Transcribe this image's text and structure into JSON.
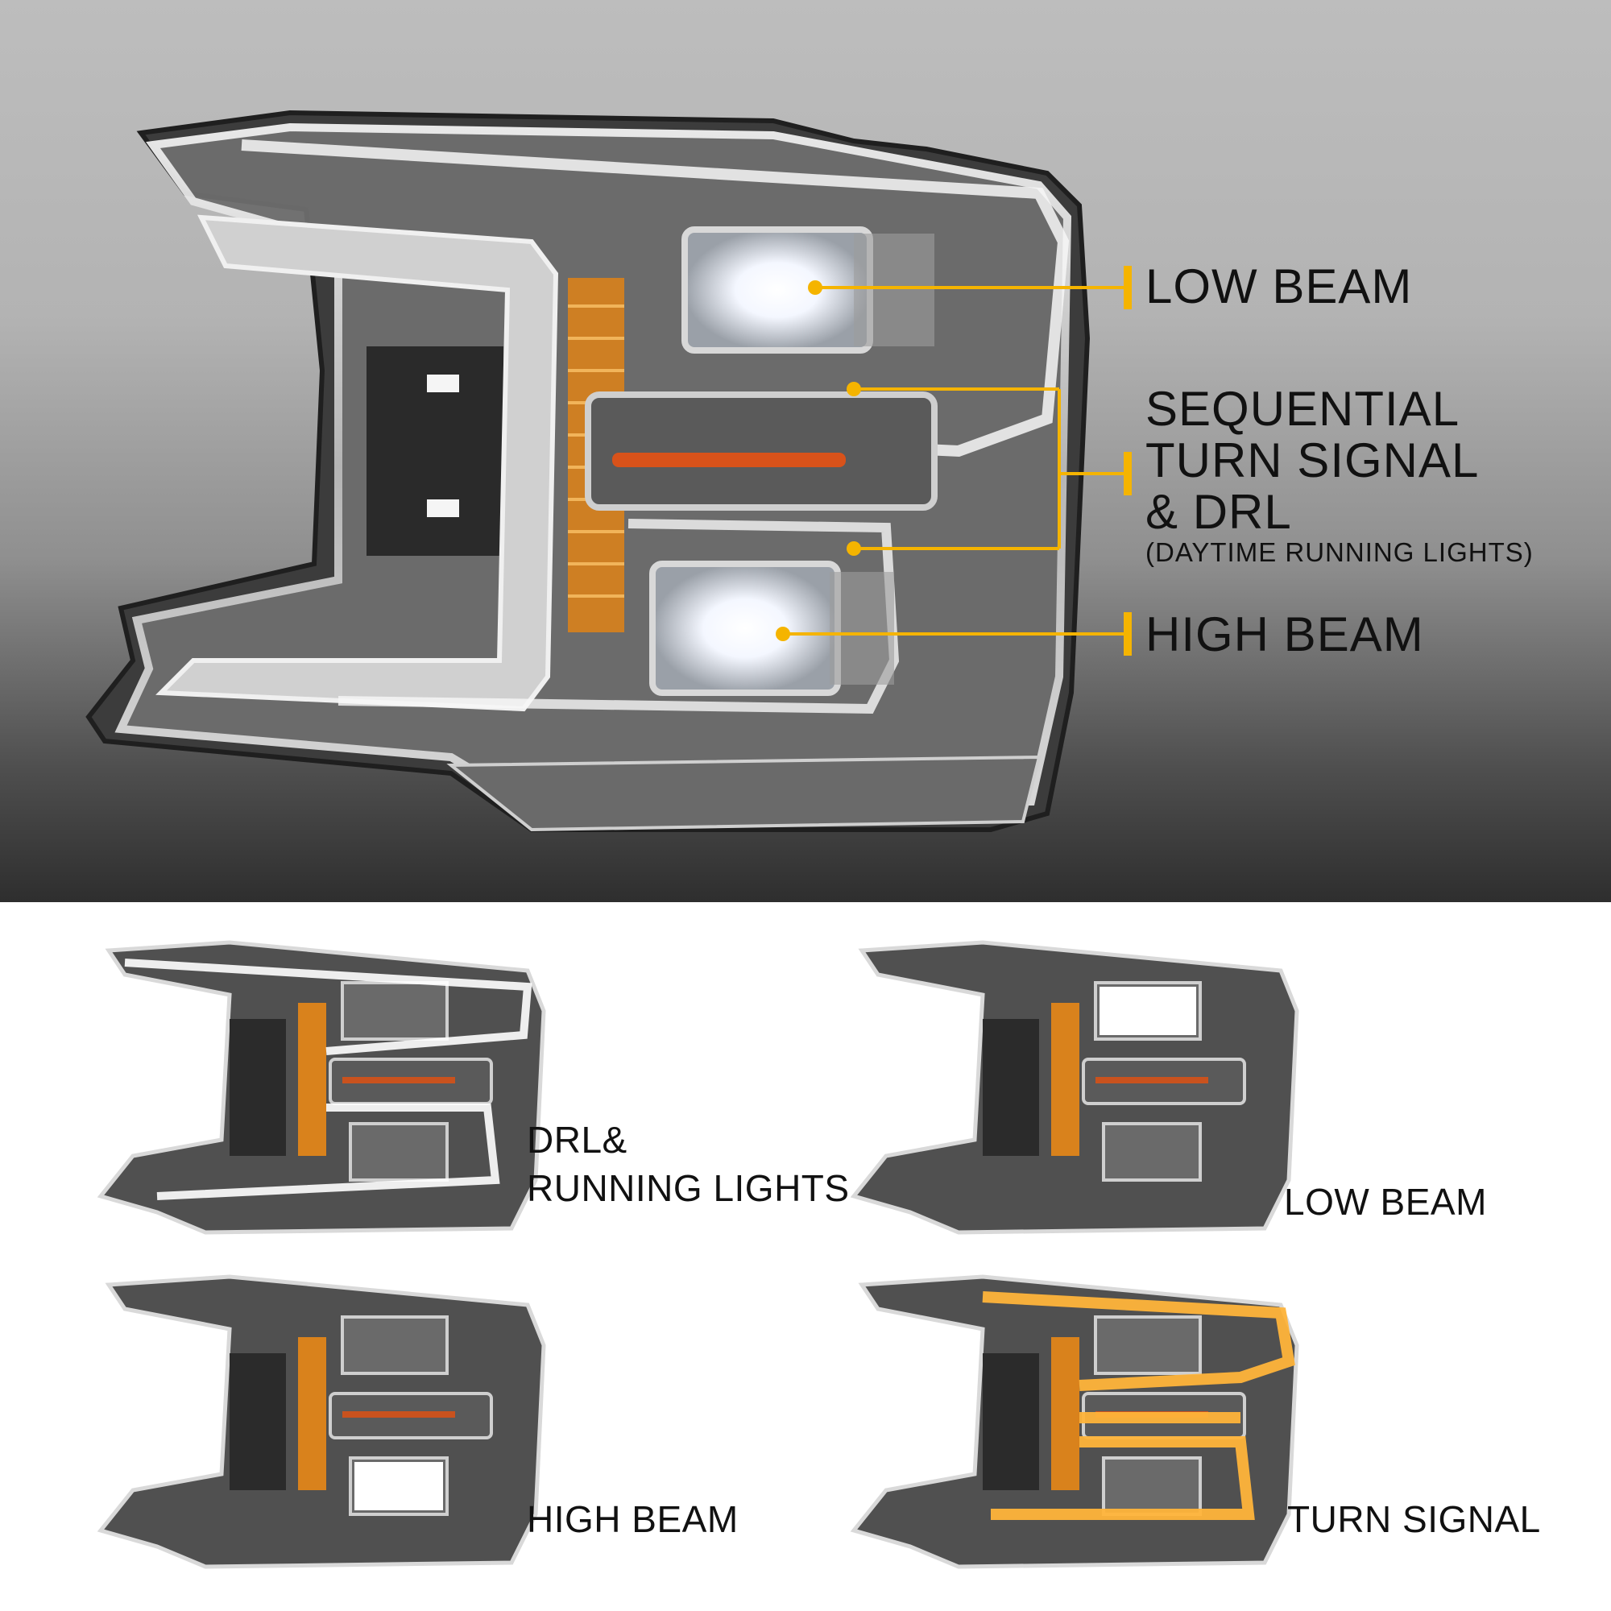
{
  "colors": {
    "accent": "#f5b400",
    "chrome": "#e6e6e6",
    "amber": "#e88a1a",
    "housing": "#2b2b2b",
    "turn_glow": "#ffb43a"
  },
  "callouts": {
    "low_beam": "LOW BEAM",
    "sequential_line1": "SEQUENTIAL",
    "sequential_line2": "TURN SIGNAL",
    "sequential_line3": "& DRL",
    "sequential_sub": "(DAYTIME RUNNING LIGHTS)",
    "high_beam": "HIGH BEAM"
  },
  "modes": [
    {
      "line1": "DRL&",
      "line2": "RUNNING LIGHTS",
      "active": "drl"
    },
    {
      "line1": "LOW BEAM",
      "line2": "",
      "active": "low"
    },
    {
      "line1": "HIGH BEAM",
      "line2": "",
      "active": "high"
    },
    {
      "line1": "TURN SIGNAL",
      "line2": "",
      "active": "turn"
    }
  ]
}
